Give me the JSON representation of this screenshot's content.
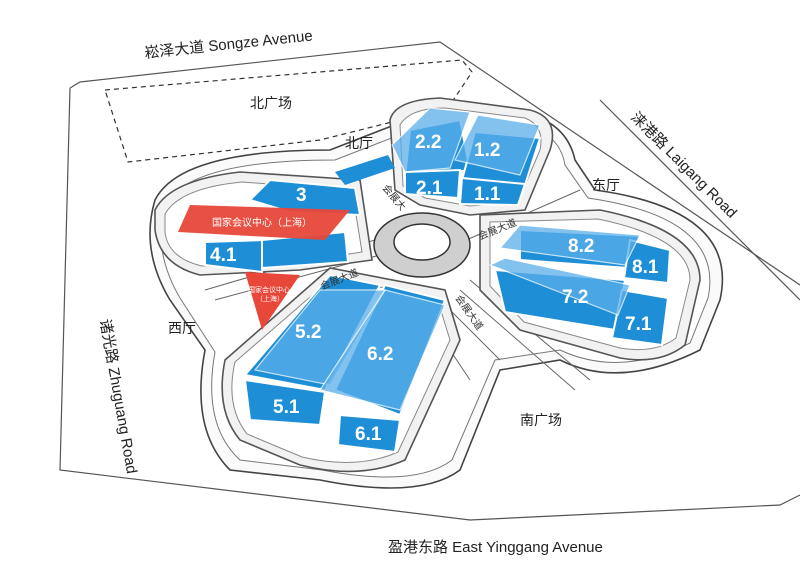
{
  "roads": {
    "north": "崧泽大道  Songze Avenue",
    "east": "涞港路  Laigang Road",
    "west": "诸光路  Zhuguang Road",
    "south": "盈港东路  East Yinggang Avenue"
  },
  "areas": {
    "north_plaza": "北广场",
    "north_hall": "北厅",
    "east_hall": "东厅",
    "west_hall": "西厅",
    "south_plaza": "南广场"
  },
  "halls": {
    "h1_1": "1.1",
    "h1_2": "1.2",
    "h2_1": "2.1",
    "h2_2": "2.2",
    "h3": "3",
    "h4_1": "4.1",
    "h5_1": "5.1",
    "h5_2": "5.2",
    "h6_1": "6.1",
    "h6_2": "6.2",
    "h7_1": "7.1",
    "h7_2": "7.2",
    "h8_1": "8.1",
    "h8_2": "8.2"
  },
  "boulevard": {
    "ne": "会展大道",
    "south": "会展大道",
    "west": "会展大道",
    "north": "会展大"
  },
  "ncc": {
    "large": "国家会议中心（上海）",
    "small_line1": "国家会议中心",
    "small_line2": "（上海）"
  },
  "colors": {
    "hall_blue": "#1e8fd6",
    "hall_light_blue": "#5aaeea",
    "ncc_red": "#e8473a"
  }
}
